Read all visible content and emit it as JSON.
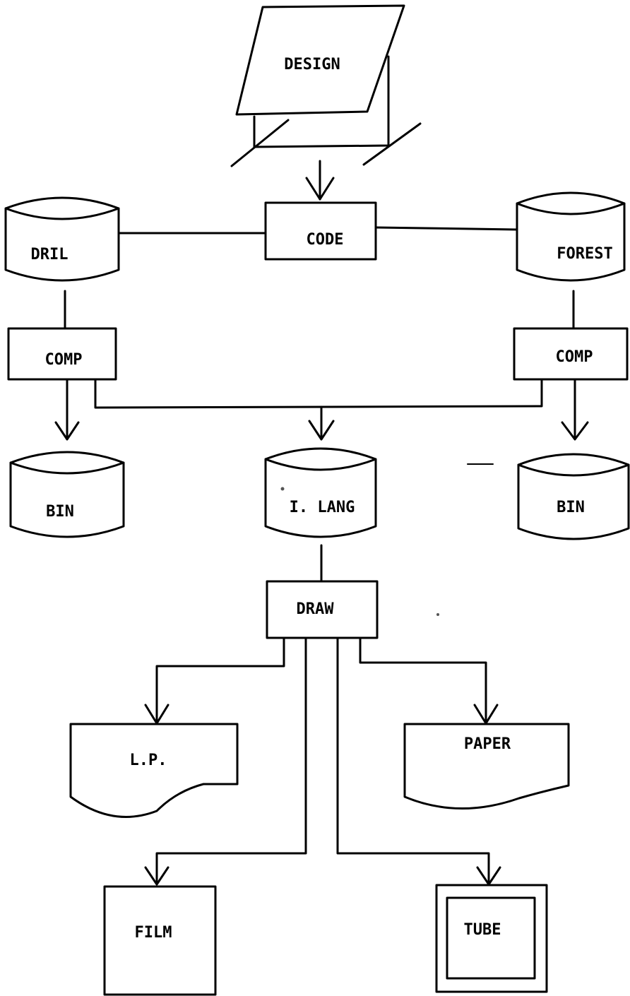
{
  "nodes": {
    "design": "DESIGN",
    "code": "CODE",
    "dril": "DRIL",
    "forest": "FOREST",
    "comp_left": "COMP",
    "comp_right": "COMP",
    "bin_left": "BIN",
    "i_lang": "I. LANG",
    "bin_right": "BIN",
    "draw": "DRAW",
    "lp": "L.P.",
    "paper": "PAPER",
    "film": "FILM",
    "tube": "TUBE"
  }
}
